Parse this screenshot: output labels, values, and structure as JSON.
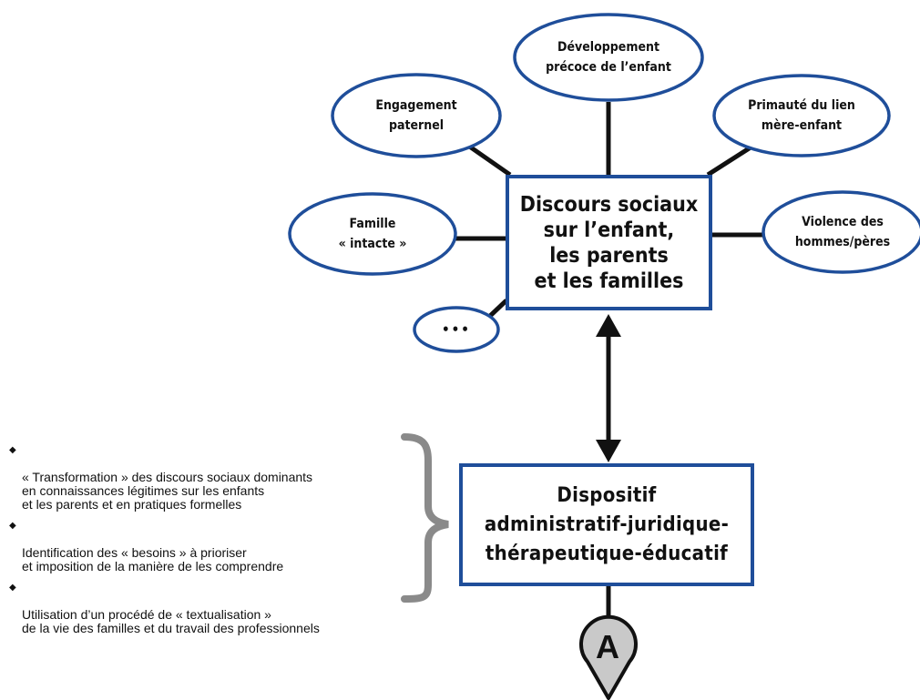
{
  "colors": {
    "frame": "#1f4e9a",
    "line": "#111111",
    "brace": "#8a8a8a",
    "marker_fill": "#c9c9c9"
  },
  "center": {
    "text": "Discours sociaux\nsur l’enfant,\nles parents\net les familles"
  },
  "ellipses": {
    "developpement": "Développement\nprécoce de l’enfant",
    "engagement": "Engagement\npaternel",
    "primaute": "Primauté du lien\nmère-enfant",
    "famille": "Famille\n« intacte »",
    "violence": "Violence des\nhommes/pères",
    "etc": "•••"
  },
  "bottom_box": {
    "text": "Dispositif\nadministratif-juridique-\nthérapeutique-éducatif"
  },
  "bullets": [
    "« Transformation » des discours sociaux dominants\nen connaissances légitimes sur les enfants\net les parents et en pratiques formelles",
    "Identification des « besoins » à prioriser\net imposition de la manière de les comprendre",
    "Utilisation d’un procédé de « textualisation »\nde la vie des familles et du travail des professionnels"
  ],
  "bullet_symbol": "◆",
  "marker": {
    "letter": "A"
  }
}
